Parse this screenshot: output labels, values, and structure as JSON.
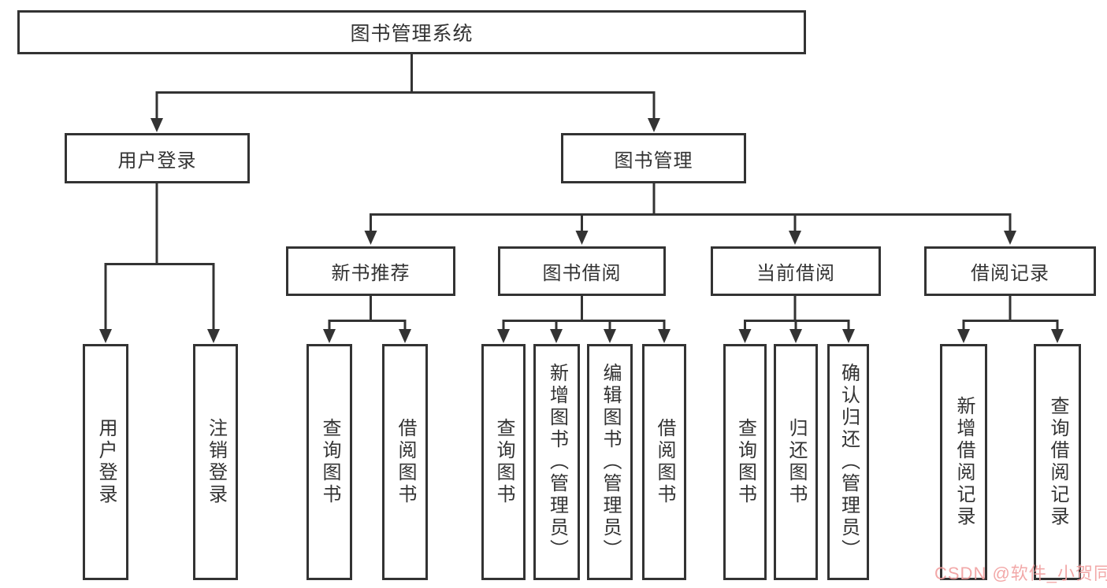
{
  "diagram": {
    "root": {
      "label": "图书管理系统"
    },
    "level2": [
      {
        "id": "user-login",
        "label": "用户登录"
      },
      {
        "id": "book-management",
        "label": "图书管理"
      }
    ],
    "level3": [
      {
        "id": "new-book-recommend",
        "label": "新书推荐"
      },
      {
        "id": "book-borrow",
        "label": "图书借阅"
      },
      {
        "id": "current-borrow",
        "label": "当前借阅"
      },
      {
        "id": "borrow-records",
        "label": "借阅记录"
      }
    ],
    "leaves": [
      {
        "id": "user-login-leaf",
        "label": "用户登录"
      },
      {
        "id": "logout",
        "label": "注销登录"
      },
      {
        "id": "query-books-recommend",
        "label": "查询图书"
      },
      {
        "id": "borrow-books-recommend",
        "label": "借阅图书"
      },
      {
        "id": "query-books-borrow",
        "label": "查询图书"
      },
      {
        "id": "add-books-admin",
        "label": "新增图书（管理员）"
      },
      {
        "id": "edit-books-admin",
        "label": "编辑图书（管理员）"
      },
      {
        "id": "borrow-books",
        "label": "借阅图书"
      },
      {
        "id": "query-books-current",
        "label": "查询图书"
      },
      {
        "id": "return-books",
        "label": "归还图书"
      },
      {
        "id": "confirm-return-admin",
        "label": "确认归还（管理员）"
      },
      {
        "id": "add-borrow-record",
        "label": "新增借阅记录"
      },
      {
        "id": "query-borrow-record",
        "label": "查询借阅记录"
      }
    ]
  },
  "watermark": {
    "text": "CSDN @软件_小贺同学",
    "color": "#f19f9f"
  }
}
